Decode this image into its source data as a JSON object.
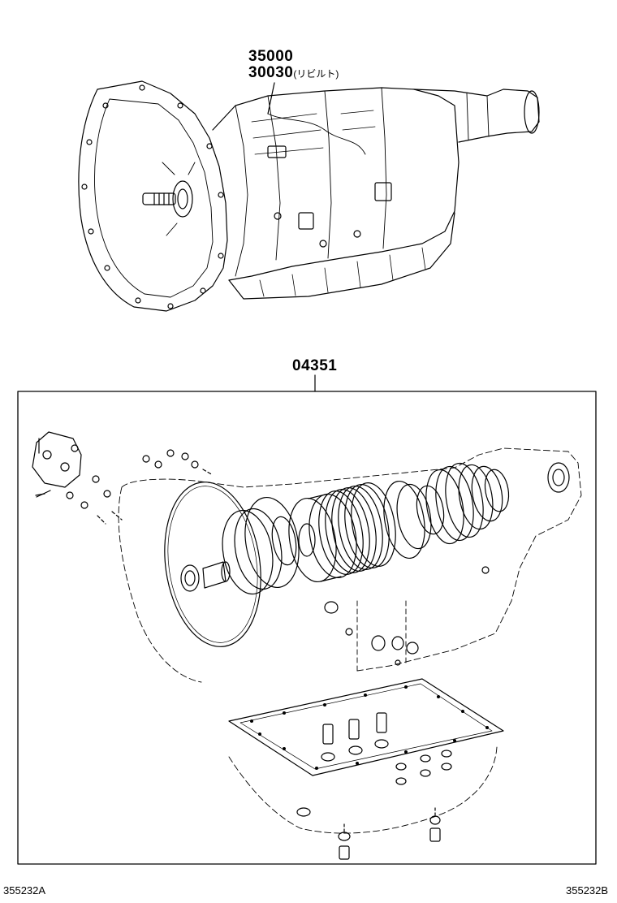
{
  "callouts": {
    "assembly_part": "35000",
    "rebuilt_part": "30030",
    "rebuilt_note": "(リビルト)",
    "kit_part": "04351"
  },
  "figure_codes": {
    "left": "355232A",
    "right": "355232B"
  }
}
